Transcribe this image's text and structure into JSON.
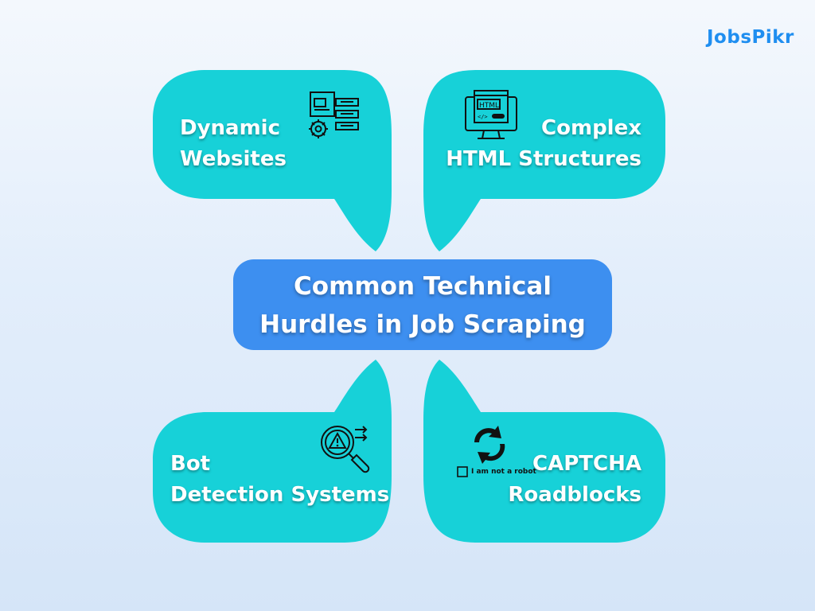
{
  "logo": {
    "text": "JobsPikr"
  },
  "center": {
    "line1": "Common Technical",
    "line2": "Hurdles in Job Scraping"
  },
  "bubbles": {
    "dynamic": {
      "line1": "Dynamic",
      "line2": "Websites",
      "icon": "website-layout-gear-icon"
    },
    "html": {
      "line1": "Complex",
      "line2": "HTML Structures",
      "icon": "html-monitor-icon"
    },
    "bot": {
      "line1": "Bot",
      "line2": "Detection Systems",
      "icon": "warning-magnifier-icon"
    },
    "captcha": {
      "line1": "CAPTCHA",
      "line2": "Roadblocks",
      "icon": "recaptcha-arrows-icon",
      "checkbox_label": "I am not a robot"
    }
  },
  "colors": {
    "bubble": "#17d1d8",
    "center": "#3d8ff0",
    "logo": "#1f8ef0",
    "text": "#ffffff"
  }
}
